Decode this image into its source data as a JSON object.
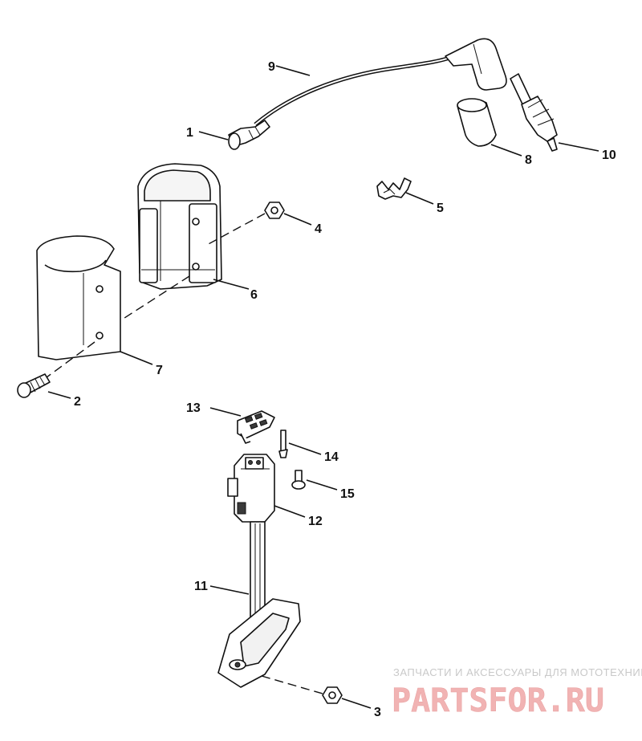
{
  "callouts": [
    {
      "id": "1",
      "label": "1"
    },
    {
      "id": "2",
      "label": "2"
    },
    {
      "id": "3",
      "label": "3"
    },
    {
      "id": "4",
      "label": "4"
    },
    {
      "id": "5",
      "label": "5"
    },
    {
      "id": "6",
      "label": "6"
    },
    {
      "id": "7",
      "label": "7"
    },
    {
      "id": "8",
      "label": "8"
    },
    {
      "id": "9",
      "label": "9"
    },
    {
      "id": "10",
      "label": "10"
    },
    {
      "id": "11",
      "label": "11"
    },
    {
      "id": "12",
      "label": "12"
    },
    {
      "id": "13",
      "label": "13"
    },
    {
      "id": "14",
      "label": "14"
    },
    {
      "id": "15",
      "label": "15"
    }
  ],
  "watermark": {
    "tagline": "ЗАПЧАСТИ И АКСЕССУАРЫ ДЛЯ МОТОТЕХНИКИ",
    "logo": "PARTSFOR.RU"
  },
  "colors": {
    "ink": "#111111",
    "watermark_text": "#c9c9c9",
    "watermark_logo": "#f1b3b3"
  }
}
